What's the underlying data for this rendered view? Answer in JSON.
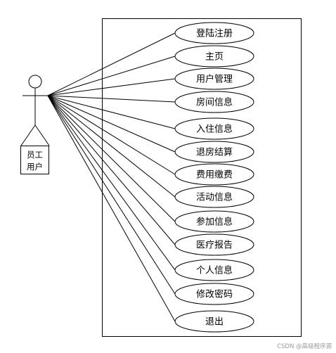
{
  "actor": {
    "label_line1": "员工",
    "label_line2": "用户"
  },
  "use_cases": [
    {
      "label": "登陆注册"
    },
    {
      "label": "主页"
    },
    {
      "label": "用户管理"
    },
    {
      "label": "房间信息"
    },
    {
      "label": "入住信息"
    },
    {
      "label": "退房结算"
    },
    {
      "label": "费用缴费"
    },
    {
      "label": "活动信息"
    },
    {
      "label": "参加信息"
    },
    {
      "label": "医疗报告"
    },
    {
      "label": "个人信息"
    },
    {
      "label": "修改密码"
    },
    {
      "label": "退出"
    }
  ],
  "watermark": "CSDN @高级程序源"
}
